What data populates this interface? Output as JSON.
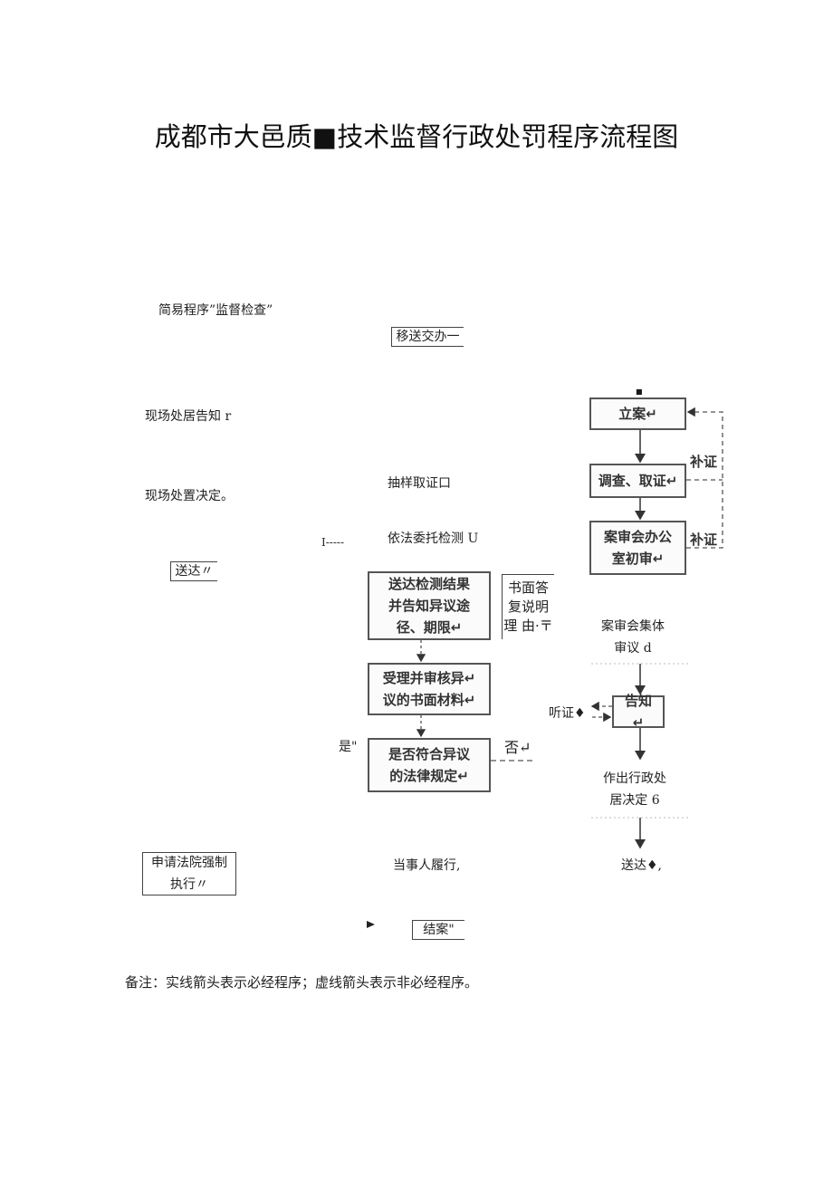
{
  "title": "成都市大邑质■技术监督行政处罚程序流程图",
  "left": {
    "simple_procedure": "简易程序”监督检查”",
    "onsite_notice": "现场处居告知 r",
    "onsite_decision": "现场处置决定。",
    "deliver": "送达〃",
    "court_enforce": "申请法院强制\n执行〃"
  },
  "middle": {
    "transfer": "移送交办一",
    "sampling": "抽样取证口",
    "entrust_test": "依法委托检测 U",
    "dash_mark": "I-----",
    "deliver_result": "送达检测结果\n并告知异议途\n径、期限↵",
    "accept_review": "受理并审核异↵\n议的书面材料↵",
    "compliant": "是否符合异议\n的法律规定↵",
    "written_reply": "书面答\n复说明\n理 由·〒",
    "yes": "是\"",
    "no": "否↵",
    "party_performs": "当事人履行,",
    "close_case": "结案\""
  },
  "right": {
    "top_mark": "■",
    "file_case": "立案↵",
    "investigate": "调查、取证↵",
    "office_review": "案审会办公\n室初审↵",
    "supplement_1": "补证",
    "supplement_2": "补证",
    "collective_review": "案审会集体\n审议 d",
    "hearing": "听证♦",
    "inform": "告知↵",
    "penalty_decision": "作出行政处\n居决定 6",
    "deliver_right": "送达♦,"
  },
  "note": "备注：实线箭头表示必经程序；虚线箭头表示非必经程序。"
}
